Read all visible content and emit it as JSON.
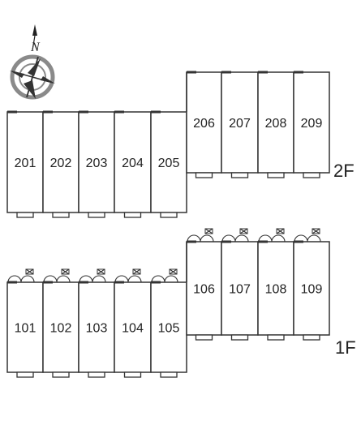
{
  "compass": {
    "north_letter": "N",
    "icon": "compass-rose-icon"
  },
  "floors": [
    {
      "label": "2F",
      "units": [
        "201",
        "202",
        "203",
        "204",
        "205",
        "206",
        "207",
        "208",
        "209"
      ]
    },
    {
      "label": "1F",
      "units": [
        "101",
        "102",
        "103",
        "104",
        "105",
        "106",
        "107",
        "108",
        "109"
      ]
    }
  ],
  "colors": {
    "line": "#333333",
    "compass_ring": "#8a8a8a"
  }
}
